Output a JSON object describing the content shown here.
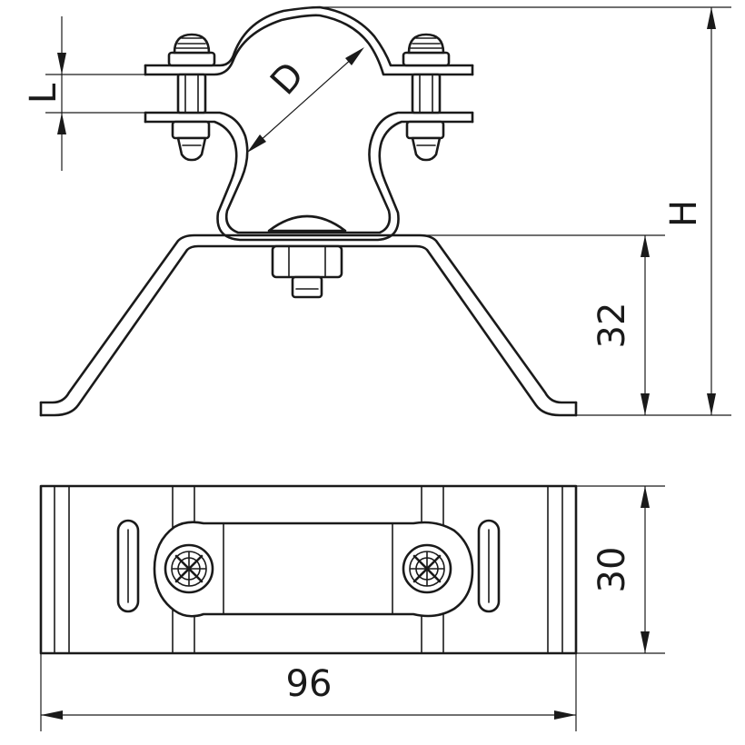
{
  "dimensions": {
    "L": "L",
    "D": "D",
    "H": "H",
    "height_base": "32",
    "depth": "30",
    "width": "96"
  }
}
